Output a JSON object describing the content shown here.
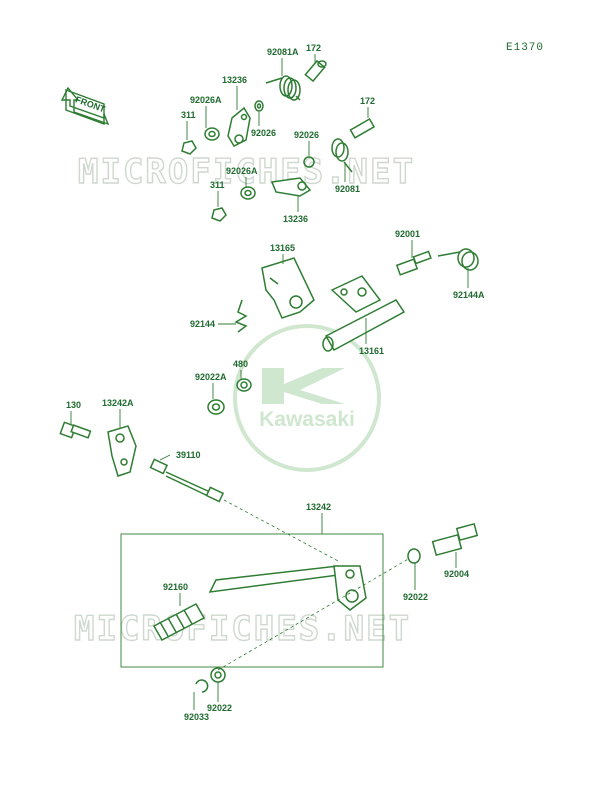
{
  "diagram_code": "E1370",
  "front_arrow_label": "FRONT",
  "watermark_text": "MICROFICHES.NET",
  "logo_text": "Kawasaki",
  "accent_color": "#2e7d32",
  "parts": [
    {
      "key": "p1",
      "label": "92081A"
    },
    {
      "key": "p2",
      "label": "172"
    },
    {
      "key": "p3",
      "label": "13236"
    },
    {
      "key": "p4",
      "label": "92026A"
    },
    {
      "key": "p5",
      "label": "311"
    },
    {
      "key": "p6",
      "label": "92026"
    },
    {
      "key": "p7",
      "label": "172"
    },
    {
      "key": "p8",
      "label": "92026"
    },
    {
      "key": "p9",
      "label": "92081"
    },
    {
      "key": "p10",
      "label": "92026A"
    },
    {
      "key": "p11",
      "label": "311"
    },
    {
      "key": "p12",
      "label": "13236"
    },
    {
      "key": "p13",
      "label": "13165"
    },
    {
      "key": "p14",
      "label": "92001"
    },
    {
      "key": "p15",
      "label": "92144A"
    },
    {
      "key": "p16",
      "label": "92144"
    },
    {
      "key": "p17",
      "label": "13161"
    },
    {
      "key": "p18",
      "label": "480"
    },
    {
      "key": "p19",
      "label": "92022A"
    },
    {
      "key": "p20",
      "label": "130"
    },
    {
      "key": "p21",
      "label": "13242A"
    },
    {
      "key": "p22",
      "label": "39110"
    },
    {
      "key": "p23",
      "label": "13242"
    },
    {
      "key": "p24",
      "label": "92004"
    },
    {
      "key": "p25",
      "label": "92160"
    },
    {
      "key": "p26",
      "label": "92022"
    },
    {
      "key": "p27",
      "label": "92022"
    },
    {
      "key": "p28",
      "label": "92033"
    }
  ]
}
